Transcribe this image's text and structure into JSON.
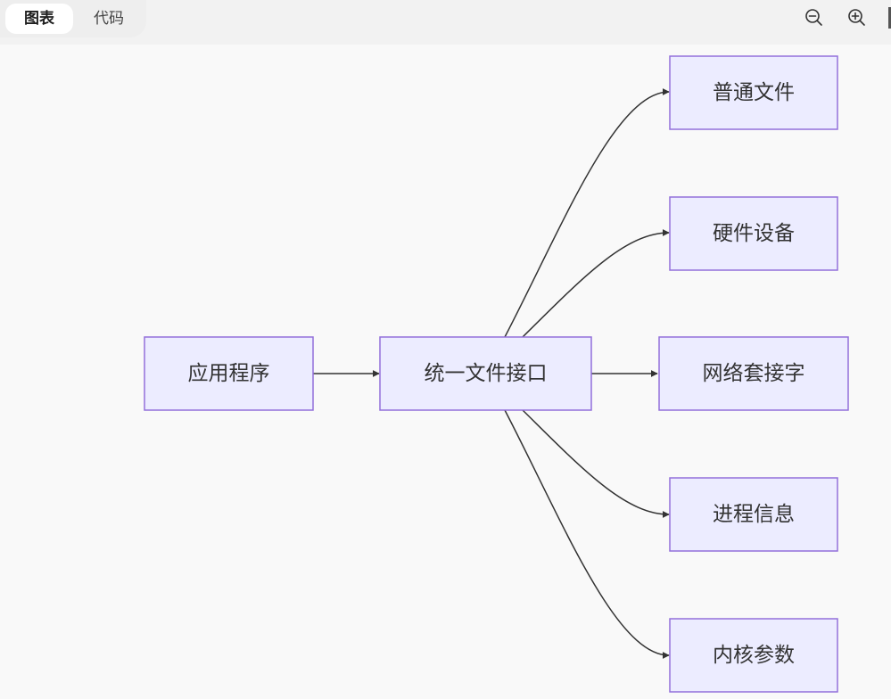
{
  "toolbar": {
    "tabs": [
      {
        "label": "图表",
        "active": true
      },
      {
        "label": "代码",
        "active": false
      }
    ],
    "zoom_out_icon": "zoom-out-icon",
    "zoom_in_icon": "zoom-in-icon"
  },
  "diagram": {
    "colors": {
      "node_fill": "#ececff",
      "node_stroke": "#9370db",
      "edge": "#333333"
    },
    "nodes": {
      "app": "应用程序",
      "vfs": "统一文件接口",
      "regular_file": "普通文件",
      "hardware": "硬件设备",
      "socket": "网络套接字",
      "process_info": "进程信息",
      "kernel_params": "内核参数"
    },
    "edges": [
      {
        "from": "app",
        "to": "vfs"
      },
      {
        "from": "vfs",
        "to": "regular_file"
      },
      {
        "from": "vfs",
        "to": "hardware"
      },
      {
        "from": "vfs",
        "to": "socket"
      },
      {
        "from": "vfs",
        "to": "process_info"
      },
      {
        "from": "vfs",
        "to": "kernel_params"
      }
    ]
  }
}
